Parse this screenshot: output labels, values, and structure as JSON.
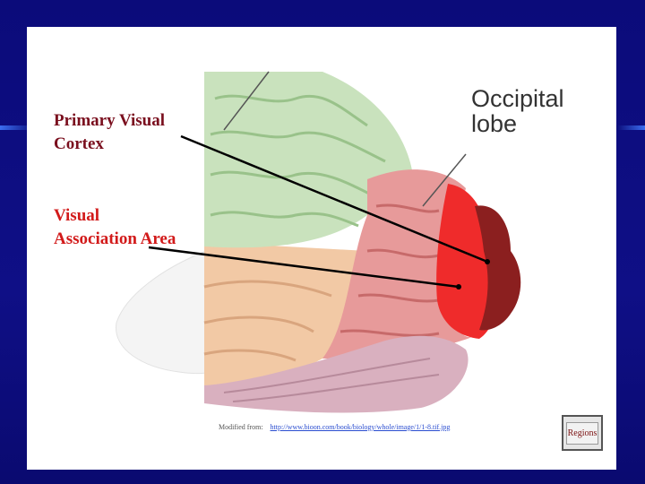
{
  "labels": {
    "primary_visual_cortex": [
      "Primary Visual",
      "Cortex"
    ],
    "visual_association_area": [
      "Visual",
      "Association Area"
    ],
    "occipital_lobe": [
      "Occipital",
      "lobe"
    ]
  },
  "credit": {
    "prefix": "Modified from:",
    "link": "http://www.bioon.com/book/biology/whole/image/1/1-8.tif.jpg"
  },
  "buttons": {
    "regions_label": "Regions"
  },
  "colors": {
    "background": "#0a0a78",
    "slide": "#ffffff",
    "primary_label": "#7a0f1e",
    "association_label": "#d21a1a",
    "primary_cortex_region": "#8b1f1f",
    "association_region": "#ef2b2b"
  }
}
